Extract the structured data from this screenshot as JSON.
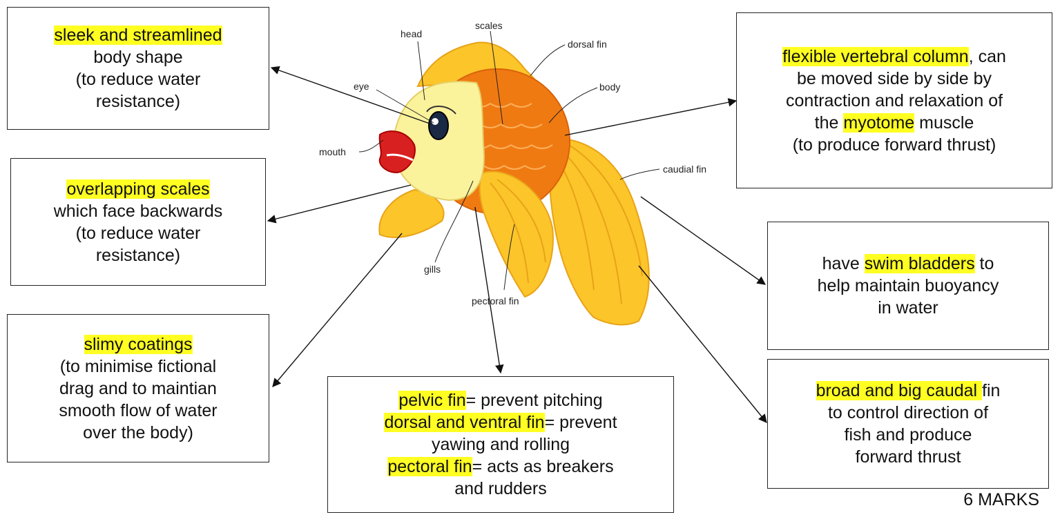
{
  "fish_labels": {
    "head": "head",
    "scales": "scales",
    "dorsal_fin": "dorsal fin",
    "eye": "eye",
    "body": "body",
    "mouth": "mouth",
    "caudial_fin": "caudial fin",
    "gills": "gills",
    "pectoral_fin": "pectoral fin"
  },
  "boxes": {
    "streamlined": {
      "highlight": "sleek and streamlined",
      "l2": "body shape",
      "l3": "(to reduce water",
      "l4": "resistance)"
    },
    "scales": {
      "highlight": "overlapping scales",
      "l2": "which face backwards",
      "l3": "(to reduce water",
      "l4": "resistance)"
    },
    "slimy": {
      "highlight": "slimy coatings",
      "l2": "(to minimise fictional",
      "l3": "drag and to maintian",
      "l4": "smooth flow of water",
      "l5": "over the body)"
    },
    "fins": {
      "h1": "pelvic fin",
      "t1": "= prevent pitching",
      "h2": "dorsal and ventral fin",
      "t2": "= prevent",
      "l3": "yawing and rolling",
      "h3": "pectoral fin",
      "t3": "= acts as breakers",
      "l5": "and rudders"
    },
    "vertebral": {
      "highlight": "flexible vertebral column",
      "t1": ", can",
      "l2": "be moved side by side by",
      "l3": "contraction and relaxation of",
      "pre4": "the ",
      "h4": "myotome",
      "post4": " muscle",
      "l5": "(to produce forward thrust)"
    },
    "bladder": {
      "pre": "have ",
      "highlight": "swim bladders",
      "post": " to",
      "l2": "help maintain buoyancy",
      "l3": "in water"
    },
    "caudal": {
      "highlight": "broad and big caudal ",
      "t1": "fin",
      "l2": "to control direction of",
      "l3": "fish and produce",
      "l4": "forward thrust"
    }
  },
  "marks": "6 MARKS",
  "colors": {
    "highlight": "#ffff22",
    "fish_orange": "#f07a12",
    "fish_head": "#fbf29c",
    "fin_yellow": "#fcc52a"
  }
}
